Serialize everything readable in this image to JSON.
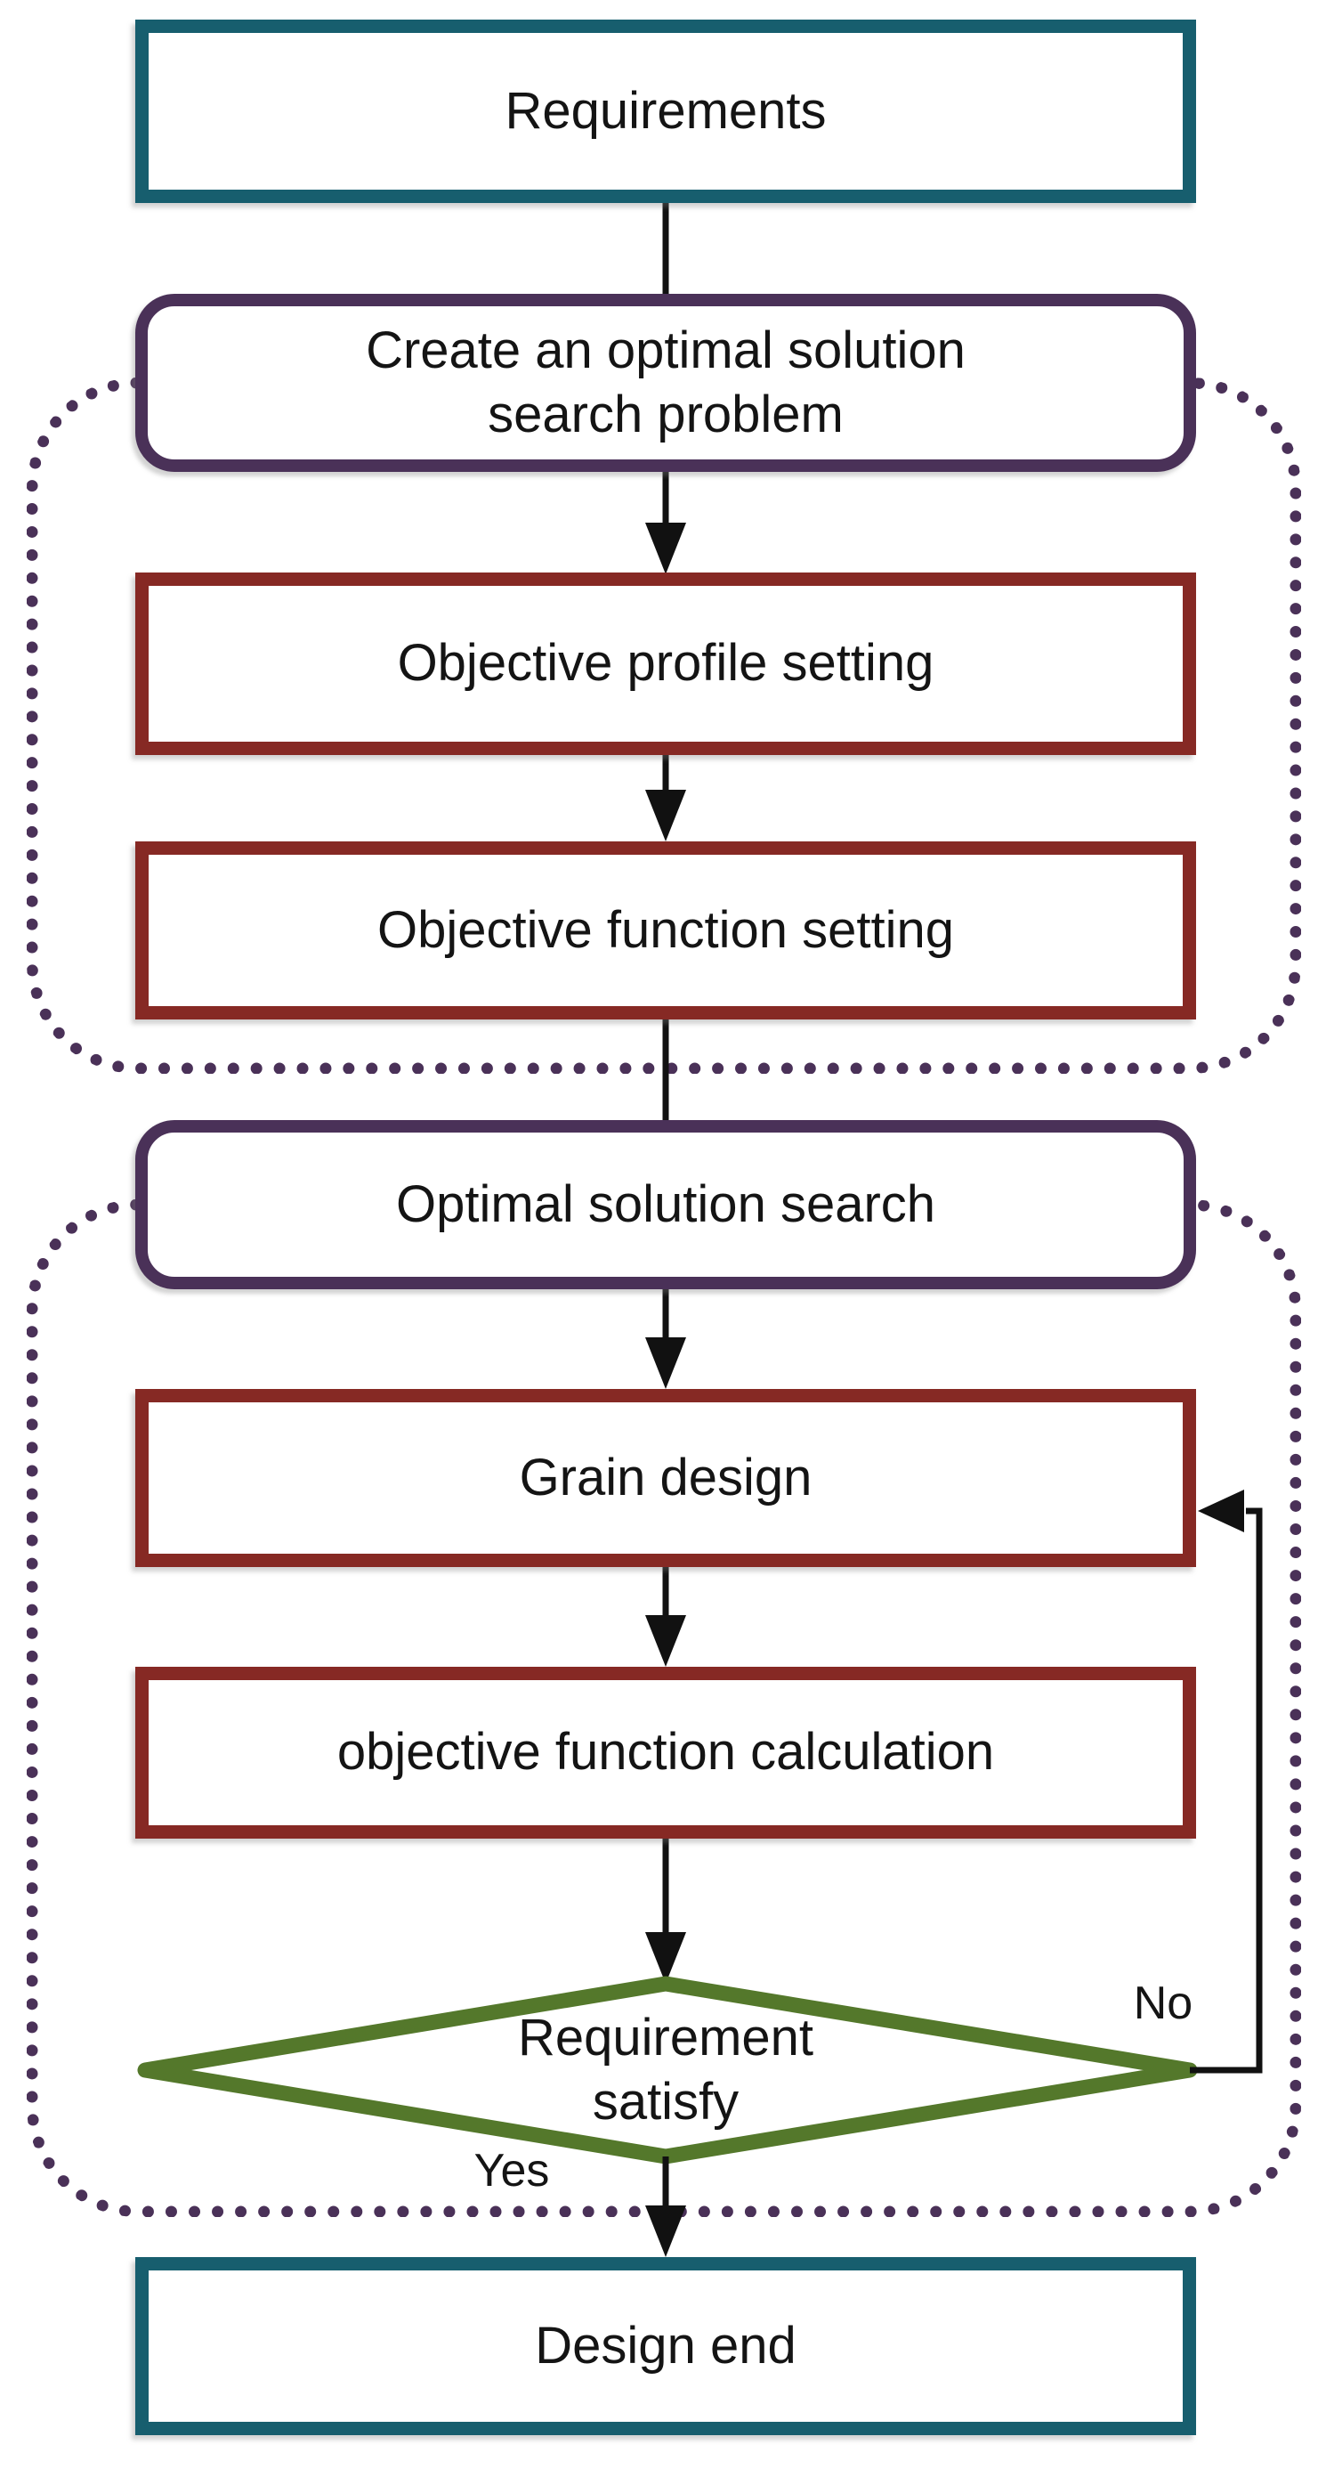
{
  "diagram": {
    "nodes": {
      "requirements": {
        "label": "Requirements",
        "border_color": "#175E6E",
        "shape": "rectangle"
      },
      "create_problem": {
        "label": "Create an optimal solution\nsearch problem",
        "border_color": "#4A3158",
        "shape": "rounded-rectangle"
      },
      "objective_profile": {
        "label": "Objective profile setting",
        "border_color": "#862924",
        "shape": "rectangle"
      },
      "objective_function": {
        "label": "Objective function setting",
        "border_color": "#862924",
        "shape": "rectangle"
      },
      "optimal_search": {
        "label": "Optimal solution search",
        "border_color": "#4A3158",
        "shape": "rounded-rectangle"
      },
      "grain_design": {
        "label": "Grain design",
        "border_color": "#862924",
        "shape": "rectangle"
      },
      "objective_calc": {
        "label": "objective function calculation",
        "border_color": "#862924",
        "shape": "rectangle"
      },
      "requirement_satisfy": {
        "label": "Requirement\nsatisfy",
        "border_color": "#54782B",
        "shape": "diamond"
      },
      "design_end": {
        "label": "Design end",
        "border_color": "#175E6E",
        "shape": "rectangle"
      }
    },
    "edge_labels": {
      "yes": "Yes",
      "no": "No"
    },
    "groups": {
      "problem_setup_border": "#4A3158",
      "optimal_search_border": "#4A3158",
      "style": "dotted"
    },
    "colors": {
      "terminator_teal": "#175E6E",
      "phase_purple": "#4A3158",
      "process_red": "#862924",
      "decision_green": "#54782B",
      "connector_black": "#111111",
      "background": "#ffffff"
    }
  }
}
